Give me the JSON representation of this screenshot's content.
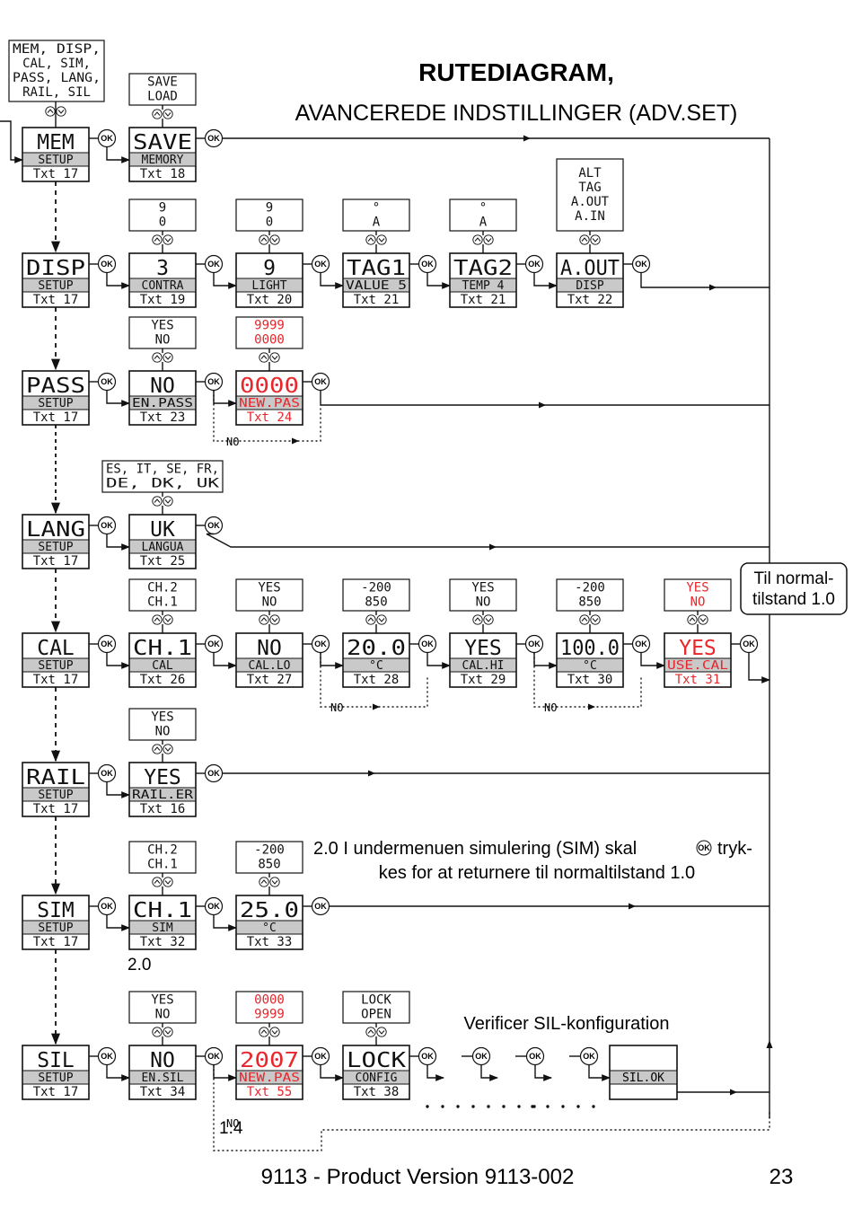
{
  "header": {
    "title": "RUTEDIAGRAM,",
    "subtitle": "AVANCEREDE INDSTILLINGER (ADV.SET)"
  },
  "ok_label": "OK",
  "no_label": "NO",
  "colors": {
    "red": "#e8262b",
    "grey": "#c9c9c9",
    "line": "#111111"
  },
  "top_options": [
    "MEM, DISP,",
    "CAL, SIM,",
    "PASS, LANG,",
    "RAIL, SIL"
  ],
  "rows": [
    {
      "id": "mem",
      "nodes": [
        {
          "main": "MEM",
          "sub": "SETUP",
          "txt": "Txt 17"
        },
        {
          "main": "SAVE",
          "sub": "MEMORY",
          "txt": "Txt 18",
          "options": [
            "SAVE",
            "LOAD"
          ]
        }
      ]
    },
    {
      "id": "disp",
      "nodes": [
        {
          "main": "DISP",
          "sub": "SETUP",
          "txt": "Txt 17"
        },
        {
          "main": "3",
          "sub": "CONTRA",
          "txt": "Txt 19",
          "options": [
            "9",
            "0"
          ]
        },
        {
          "main": "9",
          "sub": "LIGHT",
          "txt": "Txt 20",
          "options": [
            "9",
            "0"
          ]
        },
        {
          "main": "TAG1",
          "sub": "VALUE 5",
          "txt": "Txt 21",
          "options": [
            "°",
            "A"
          ]
        },
        {
          "main": "TAG2",
          "sub": "TEMP 4",
          "txt": "Txt 21",
          "options": [
            "°",
            "A"
          ]
        },
        {
          "main": "A.OUT",
          "sub": "DISP",
          "txt": "Txt 22",
          "options": [
            "ALT",
            "TAG",
            "A.OUT",
            "A.IN"
          ]
        }
      ]
    },
    {
      "id": "pass",
      "nodes": [
        {
          "main": "PASS",
          "sub": "SETUP",
          "txt": "Txt 17"
        },
        {
          "main": "NO",
          "sub": "EN.PASS",
          "txt": "Txt 23",
          "options": [
            "YES",
            "NO"
          ]
        },
        {
          "main": "0000",
          "sub": "NEW.PAS",
          "txt": "Txt 24",
          "options": [
            "9999",
            "0000"
          ],
          "red": true
        }
      ]
    },
    {
      "id": "lang",
      "nodes": [
        {
          "main": "LANG",
          "sub": "SETUP",
          "txt": "Txt 17"
        },
        {
          "main": "UK",
          "sub": "LANGUA",
          "txt": "Txt 25",
          "options": [
            "ES, IT, SE, FR,",
            "DE, DK, UK"
          ]
        }
      ]
    },
    {
      "id": "cal",
      "nodes": [
        {
          "main": "CAL",
          "sub": "SETUP",
          "txt": "Txt 17"
        },
        {
          "main": "CH.1",
          "sub": "CAL",
          "txt": "Txt 26",
          "options": [
            "CH.2",
            "CH.1"
          ]
        },
        {
          "main": "NO",
          "sub": "CAL.LO",
          "txt": "Txt 27",
          "options": [
            "YES",
            "NO"
          ]
        },
        {
          "main": "20.0",
          "sub": "°C",
          "txt": "Txt 28",
          "options": [
            "-200",
            "850"
          ]
        },
        {
          "main": "YES",
          "sub": "CAL.HI",
          "txt": "Txt 29",
          "options": [
            "YES",
            "NO"
          ]
        },
        {
          "main": "100.0",
          "sub": "°C",
          "txt": "Txt 30",
          "options": [
            "-200",
            "850"
          ]
        },
        {
          "main": "YES",
          "sub": "USE.CAL",
          "txt": "Txt 31",
          "options": [
            "YES",
            "NO"
          ],
          "red": true
        }
      ]
    },
    {
      "id": "rail",
      "nodes": [
        {
          "main": "RAIL",
          "sub": "SETUP",
          "txt": "Txt 17"
        },
        {
          "main": "YES",
          "sub": "RAIL.ER",
          "txt": "Txt 16",
          "options": [
            "YES",
            "NO"
          ]
        }
      ]
    },
    {
      "id": "sim",
      "nodes": [
        {
          "main": "SIM",
          "sub": "SETUP",
          "txt": "Txt 17"
        },
        {
          "main": "CH.1",
          "sub": "SIM",
          "txt": "Txt 32",
          "options": [
            "CH.2",
            "CH.1"
          ]
        },
        {
          "main": "25.0",
          "sub": "°C",
          "txt": "Txt 33",
          "options": [
            "-200",
            "850"
          ]
        }
      ]
    },
    {
      "id": "sil",
      "nodes": [
        {
          "main": "SIL",
          "sub": "SETUP",
          "txt": "Txt 17"
        },
        {
          "main": "NO",
          "sub": "EN.SIL",
          "txt": "Txt 34",
          "options": [
            "YES",
            "NO"
          ]
        },
        {
          "main": "2007",
          "sub": "NEW.PAS",
          "txt": "Txt 55",
          "options": [
            "0000",
            "9999"
          ],
          "red": true
        },
        {
          "main": "LOCK",
          "sub": "CONFIG",
          "txt": "Txt 38",
          "options": [
            "LOCK",
            "OPEN"
          ]
        }
      ]
    }
  ],
  "sil_ok": "SIL.OK",
  "return_box": [
    "Til normal-",
    "tilstand 1.0"
  ],
  "sim_note": [
    "2.0 I undermenuen simulering (SIM) skal",
    "tryk-",
    "kes for at returnere til normaltilstand 1.0"
  ],
  "sim_ref": "2.0",
  "sil_ref": "1.4",
  "verify_note": "Verificer SIL-konfiguration",
  "footer": {
    "left": "9113 - Product Version 9113-002",
    "page": "23"
  }
}
